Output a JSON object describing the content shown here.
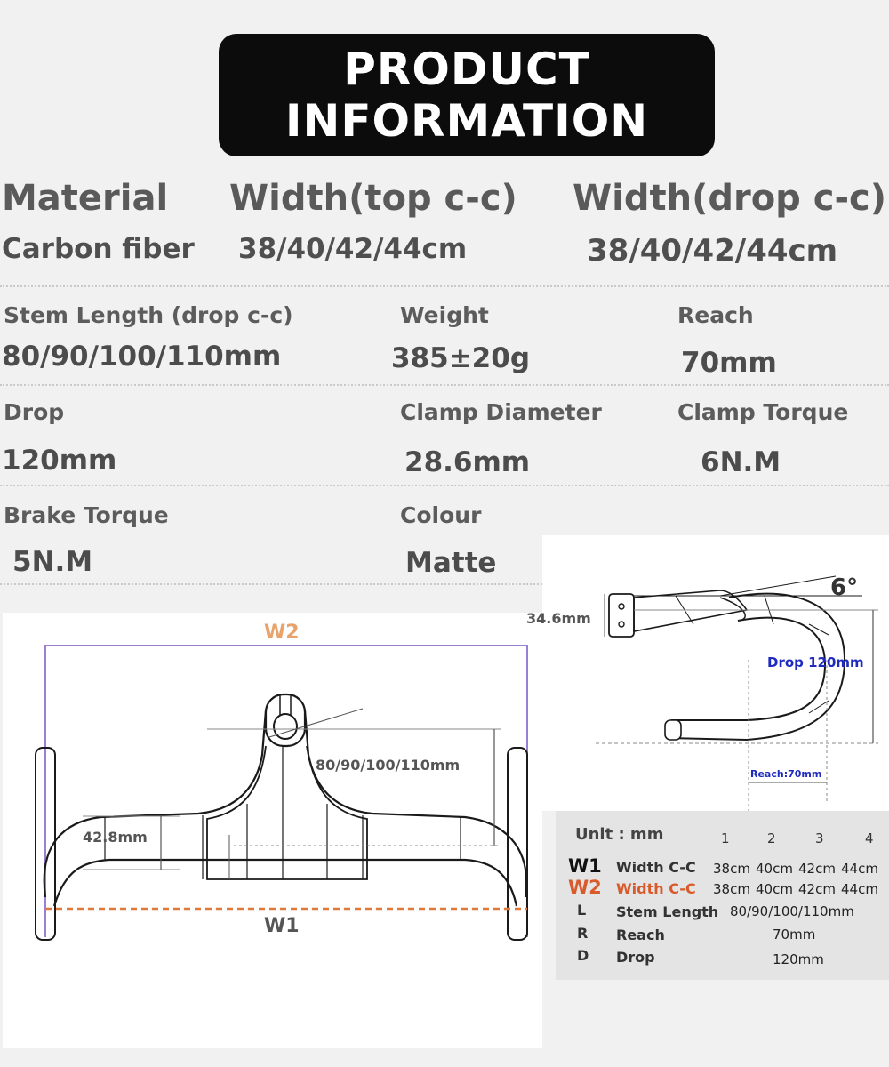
{
  "banner": {
    "line1": "PRODUCT",
    "line2": "INFORMATION"
  },
  "row1": [
    {
      "label": "Material",
      "value": "Carbon fiber"
    },
    {
      "label": "Width(top c-c)",
      "value": "38/40/42/44cm"
    },
    {
      "label": "Width(drop c-c)",
      "value": "38/40/42/44cm"
    }
  ],
  "row2": [
    {
      "label": "Stem Length (drop c-c)",
      "value": "80/90/100/110mm"
    },
    {
      "label": "Weight",
      "value": "385±20g"
    },
    {
      "label": "Reach",
      "value": "70mm"
    }
  ],
  "row3": [
    {
      "label": "Drop",
      "value": "120mm"
    },
    {
      "label": "Clamp Diameter",
      "value": "28.6mm"
    },
    {
      "label": "Clamp Torque",
      "value": "6N.M"
    }
  ],
  "row4": [
    {
      "label": "Brake Torque",
      "value": "5N.M"
    },
    {
      "label": "Colour",
      "value": "Matte"
    }
  ],
  "front_diagram": {
    "w2": "W2",
    "w1": "W1",
    "stem": "80/90/100/110mm",
    "height": "42.8mm",
    "colors": {
      "w2_line": "#9b7fd4",
      "w2_text": "#e8a26a",
      "w1_line": "#e0783a",
      "w1_text": "#555555"
    }
  },
  "side_diagram": {
    "angle": "6°",
    "clamp_height": "34.6mm",
    "drop": "Drop 120mm",
    "reach": "Reach:70mm",
    "colors": {
      "accent": "#1f2bbf"
    }
  },
  "unit_table": {
    "unit": "Unit : mm",
    "columns": [
      "1",
      "2",
      "3",
      "4"
    ],
    "rows": [
      {
        "code": "W1",
        "name": "Width C-C",
        "values": [
          "38cm",
          "40cm",
          "42cm",
          "44cm"
        ]
      },
      {
        "code": "W2",
        "name": "Width C-C",
        "values": [
          "38cm",
          "40cm",
          "42cm",
          "44cm"
        ]
      },
      {
        "code": "L",
        "name": "Stem Length",
        "value": "80/90/100/110mm"
      },
      {
        "code": "R",
        "name": "Reach",
        "value": "70mm"
      },
      {
        "code": "D",
        "name": "Drop",
        "value": "120mm"
      }
    ],
    "colors": {
      "w2": "#d95a2b"
    }
  }
}
